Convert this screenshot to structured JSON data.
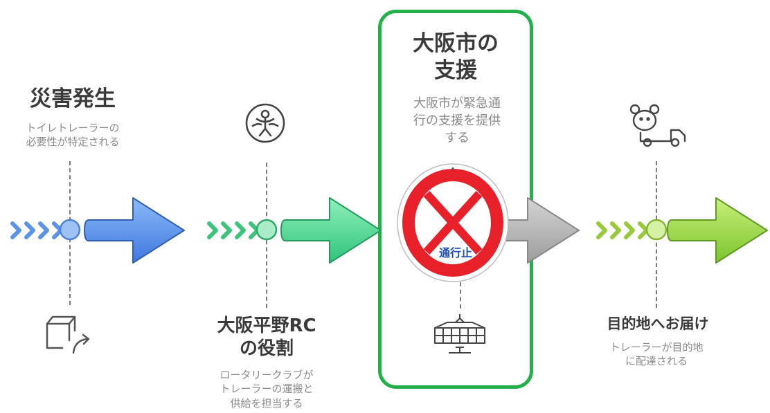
{
  "steps": [
    {
      "title": "災害発生",
      "description": [
        "トイレトレーラーの",
        "必要性が特定される"
      ],
      "icon": "box-return-arrow-icon",
      "color": "#4f8ff0"
    },
    {
      "title": [
        "大阪平野RC",
        "の役割"
      ],
      "description": [
        "ロータリークラブが",
        "トレーラーの運搬と",
        "供給を担当する"
      ],
      "icon": "rotary-emblem-icon",
      "color": "#3fd48a"
    },
    {
      "title": [
        "大阪市の",
        "支援"
      ],
      "description": [
        "大阪市が緊急通",
        "行の支援を提供",
        "する"
      ],
      "icon": "city-hall-building-icon",
      "sign_label": "通行止",
      "color": "#b0b0b0",
      "highlight_color": "#22b04a"
    },
    {
      "title": "目的地へお届け",
      "description": [
        "トレーラーが目的地",
        "に配達される"
      ],
      "icon": "delivery-truck-bear-icon",
      "color": "#86d43a"
    }
  ]
}
